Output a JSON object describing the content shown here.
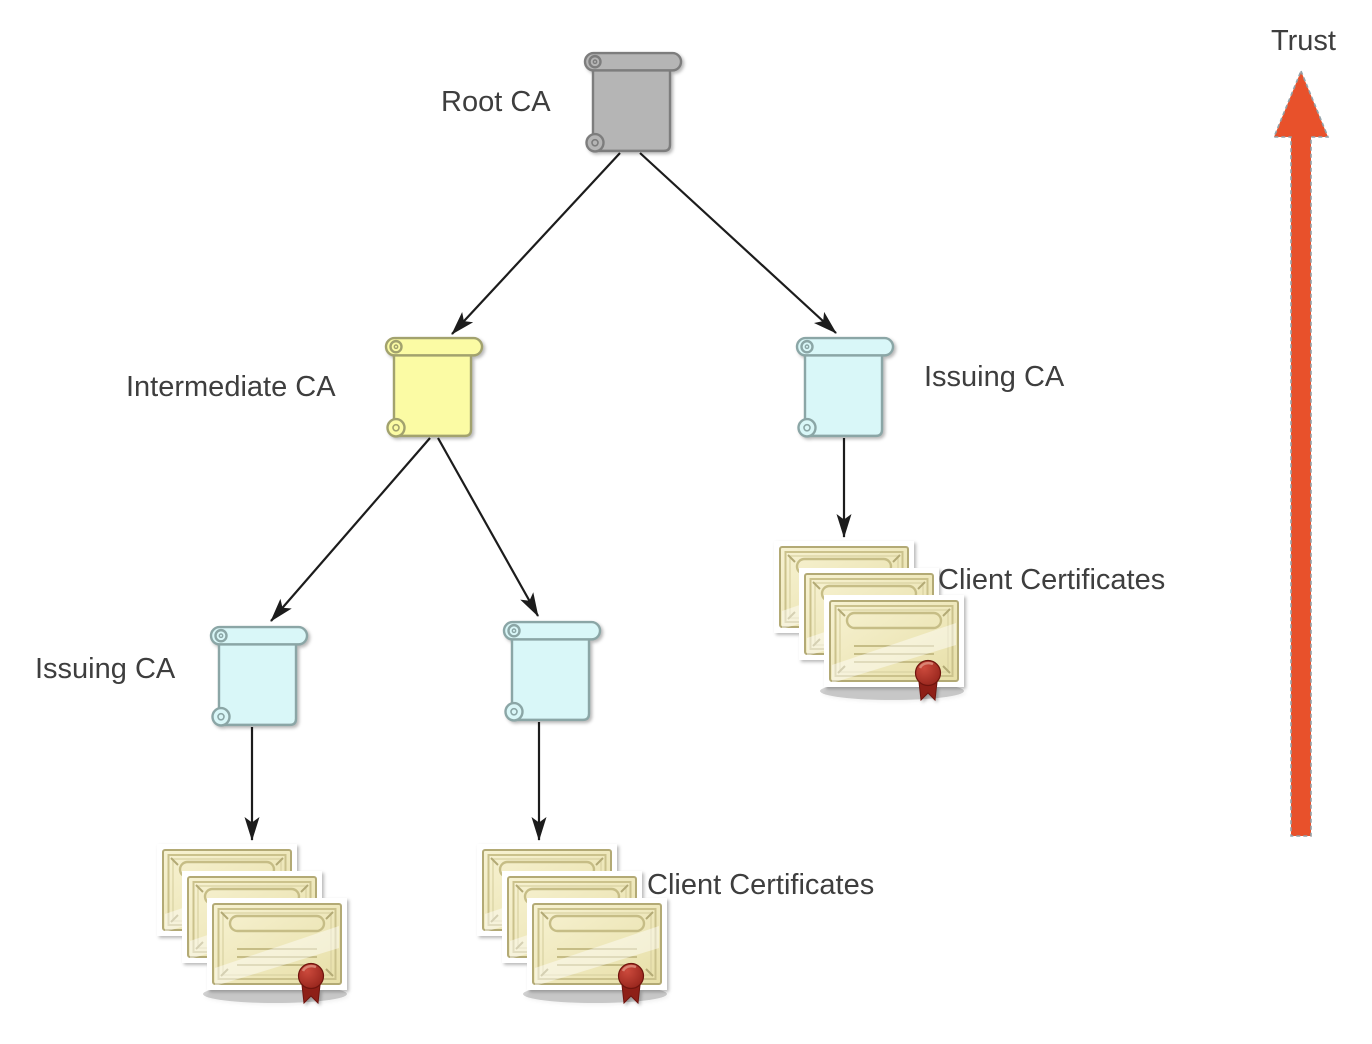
{
  "labels": {
    "root_ca": "Root CA",
    "intermediate_ca": "Intermediate CA",
    "issuing_ca_right": "Issuing CA",
    "issuing_ca_left": "Issuing CA",
    "client_certificates_right": "Client Certificates",
    "client_certificates_bottom": "Client Certificates",
    "trust": "Trust"
  },
  "nodes": [
    {
      "id": "root-ca",
      "label": "Root CA",
      "icon": "scroll-icon",
      "color": "gray"
    },
    {
      "id": "intermediate-ca",
      "label": "Intermediate CA",
      "icon": "scroll-icon",
      "color": "yellow"
    },
    {
      "id": "issuing-ca-right",
      "label": "Issuing CA",
      "icon": "scroll-icon",
      "color": "cyan"
    },
    {
      "id": "issuing-ca-left",
      "label": "Issuing CA",
      "icon": "scroll-icon",
      "color": "cyan"
    },
    {
      "id": "issuing-ca-middle",
      "label": "",
      "icon": "scroll-icon",
      "color": "cyan"
    },
    {
      "id": "client-certificates-right",
      "label": "Client Certificates",
      "icon": "certificate-stack-icon"
    },
    {
      "id": "client-certificates-left",
      "label": "",
      "icon": "certificate-stack-icon"
    },
    {
      "id": "client-certificates-bottom",
      "label": "Client Certificates",
      "icon": "certificate-stack-icon"
    }
  ],
  "edges": [
    {
      "from": "root-ca",
      "to": "intermediate-ca"
    },
    {
      "from": "root-ca",
      "to": "issuing-ca-right"
    },
    {
      "from": "issuing-ca-right",
      "to": "client-certificates-right"
    },
    {
      "from": "intermediate-ca",
      "to": "issuing-ca-left"
    },
    {
      "from": "intermediate-ca",
      "to": "issuing-ca-middle"
    },
    {
      "from": "issuing-ca-left",
      "to": "client-certificates-left"
    },
    {
      "from": "issuing-ca-middle",
      "to": "client-certificates-bottom"
    }
  ],
  "trust_axis": {
    "label": "Trust",
    "direction": "up"
  },
  "colors": {
    "text": "#3e3e3e",
    "connector": "#1c1c1c",
    "scroll-gray-fill": "#b5b5b5",
    "scroll-gray-stroke": "#7d7d7d",
    "scroll-yellow-fill": "#fbfba4",
    "scroll-yellow-stroke": "#a2a26e",
    "scroll-cyan-fill": "#d9f7f8",
    "scroll-cyan-stroke": "#8ba6a6",
    "cert-fill": "#efe8bd",
    "cert-stroke": "#b3aa75",
    "cert-line": "#c6bd86",
    "seal-red": "#a32319",
    "trust-arrow-fill": "#e8512b",
    "trust-arrow-stroke": "#93a1a8"
  }
}
